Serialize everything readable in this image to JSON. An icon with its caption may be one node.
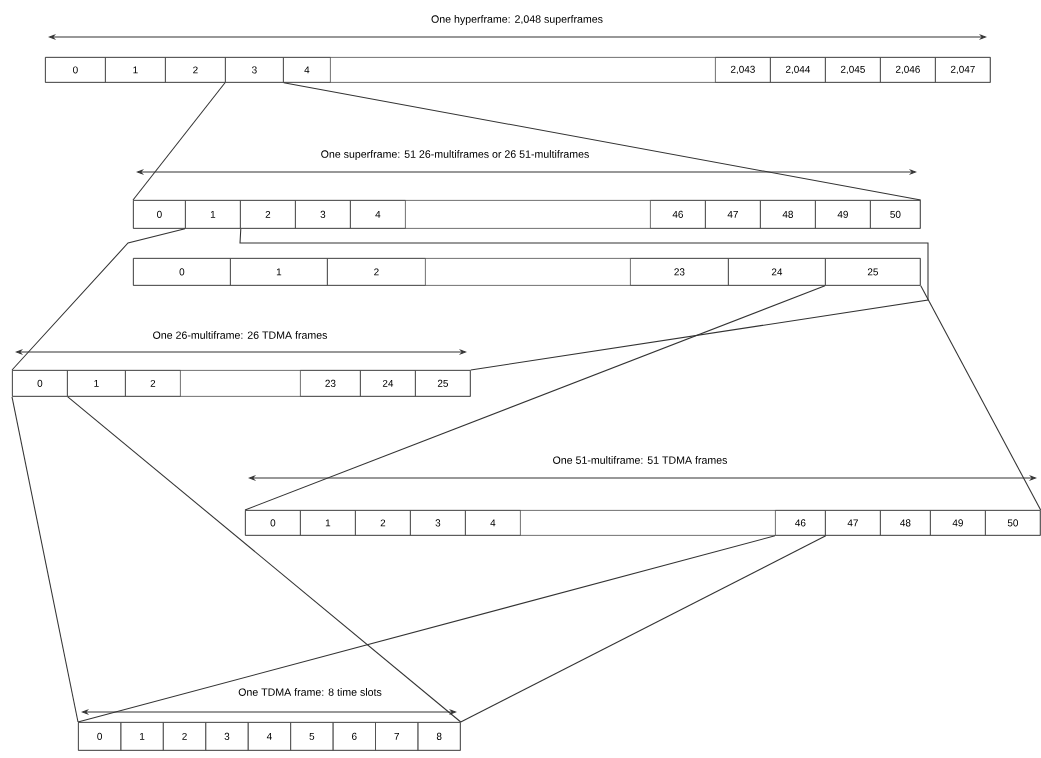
{
  "diagram": {
    "nodes": [
      {
        "text": [
          "One hyperframe: 2,048 superframes"
        ]
      },
      {
        "text": [
          "0"
        ],
        "in": 0
      },
      {
        "text": [
          "1"
        ],
        "in": 0
      },
      {
        "text": [
          "2"
        ],
        "in": 0
      },
      {
        "text": [
          "3"
        ],
        "in": 0
      },
      {
        "text": [
          "4"
        ],
        "in": 0
      },
      {
        "text": [
          "2,043"
        ],
        "in": 0
      },
      {
        "text": [
          "2,044"
        ],
        "in": 0
      },
      {
        "text": [
          "2,045"
        ],
        "in": 0
      },
      {
        "text": [
          "2,046"
        ],
        "in": 0
      },
      {
        "text": [
          "2,047"
        ],
        "in": 0
      },
      {
        "text": [
          "One superframe: 51 26-multiframes or 26 51-multiframes"
        ]
      },
      {
        "text": [
          "0"
        ],
        "in": 11
      },
      {
        "text": [
          "1"
        ],
        "in": 11
      },
      {
        "text": [
          "2"
        ],
        "in": 11
      },
      {
        "text": [
          "3"
        ],
        "in": 11
      },
      {
        "text": [
          "4"
        ],
        "in": 11
      },
      {
        "text": [
          "46"
        ],
        "in": 11
      },
      {
        "text": [
          "47"
        ],
        "in": 11
      },
      {
        "text": [
          "48"
        ],
        "in": 11
      },
      {
        "text": [
          "49"
        ],
        "in": 11
      },
      {
        "text": [
          "50"
        ],
        "in": 11
      },
      {
        "text": [],
        "shape": "box"
      },
      {
        "text": [
          "0"
        ],
        "in": 22
      },
      {
        "text": [
          "1"
        ],
        "in": 22
      },
      {
        "text": [
          "2"
        ],
        "in": 22
      },
      {
        "text": [
          "23"
        ],
        "in": 22
      },
      {
        "text": [
          "24"
        ],
        "in": 22
      },
      {
        "text": [
          "25"
        ],
        "in": 22
      },
      {
        "text": [
          "One 26-multiframe: 26 TDMA frames"
        ]
      },
      {
        "text": [
          "0"
        ],
        "in": 29
      },
      {
        "text": [
          "1"
        ],
        "in": 29
      },
      {
        "text": [
          "2"
        ],
        "in": 29
      },
      {
        "text": [
          "23"
        ],
        "in": 29
      },
      {
        "text": [
          "24"
        ],
        "in": 29
      },
      {
        "text": [
          "25"
        ],
        "in": 29
      },
      {
        "text": [
          "One 51-multiframe: 51 TDMA frames"
        ]
      },
      {
        "text": [
          "0"
        ],
        "in": 36
      },
      {
        "text": [
          "1"
        ],
        "in": 36
      },
      {
        "text": [
          "2"
        ],
        "in": 36
      },
      {
        "text": [
          "3"
        ],
        "in": 36
      },
      {
        "text": [
          "4"
        ],
        "in": 36
      },
      {
        "text": [
          "46"
        ],
        "in": 36
      },
      {
        "text": [
          "47"
        ],
        "in": 36
      },
      {
        "text": [
          "48"
        ],
        "in": 36
      },
      {
        "text": [
          "49"
        ],
        "in": 36
      },
      {
        "text": [
          "50"
        ],
        "in": 36
      },
      {
        "text": [
          "One TDMA frame: 8 time slots"
        ]
      },
      {
        "text": [
          "0"
        ],
        "in": 47
      },
      {
        "text": [
          "1"
        ],
        "in": 47
      },
      {
        "text": [
          "2"
        ],
        "in": 47
      },
      {
        "text": [
          "3"
        ],
        "in": 47
      },
      {
        "text": [
          "4"
        ],
        "in": 47
      },
      {
        "text": [
          "5"
        ],
        "in": 47
      },
      {
        "text": [
          "6"
        ],
        "in": 47
      },
      {
        "text": [
          "7"
        ],
        "in": 47
      },
      {
        "text": [
          "8"
        ],
        "in": 47
      }
    ],
    "edges": [
      {
        "from": 4,
        "to": 11,
        "arrow": "none"
      },
      {
        "from": 4,
        "to": 11,
        "arrow": "none"
      },
      {
        "from": 13,
        "to": 29,
        "arrow": "none"
      },
      {
        "from": 13,
        "to": 29,
        "arrow": "none"
      },
      {
        "from": 28,
        "to": 36,
        "arrow": "none"
      },
      {
        "from": 28,
        "to": 36,
        "arrow": "none"
      },
      {
        "from": 30,
        "to": 47,
        "arrow": "none"
      },
      {
        "from": 30,
        "to": 47,
        "arrow": "none"
      },
      {
        "from": 42,
        "to": 47,
        "arrow": "none"
      },
      {
        "from": 42,
        "to": 47,
        "arrow": "none"
      }
    ]
  }
}
